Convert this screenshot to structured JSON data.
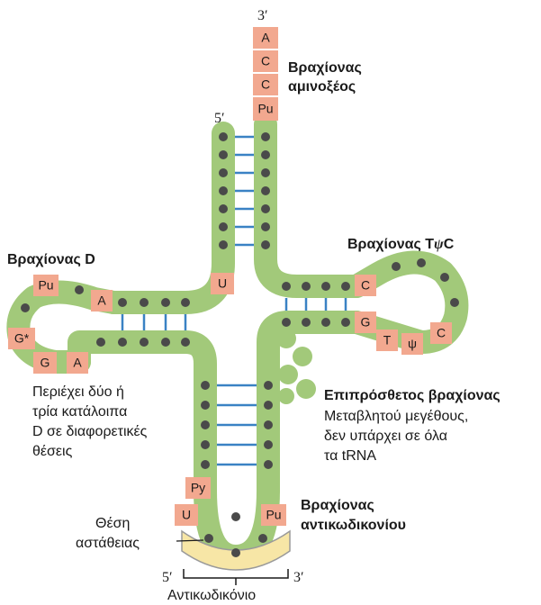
{
  "colors": {
    "strand": "#a2c97a",
    "dot": "#4a4a4a",
    "pair": "#3a82c4",
    "nucleotide_box": "#f2a88f",
    "anticodon_band": "#f7e6a6",
    "text": "#1a1a1a"
  },
  "ends": {
    "three_prime_top": "3′",
    "five_prime_top": "5′",
    "anticodon_five": "5′",
    "anticodon_three": "3′"
  },
  "nucleotides": {
    "acceptor_A": "A",
    "acceptor_C1": "C",
    "acceptor_C2": "C",
    "acceptor_Pu": "Pu",
    "u_junction": "U",
    "d_Pu": "Pu",
    "d_A": "A",
    "d_Gstar": "G*",
    "d_G": "G",
    "d_A2": "A",
    "t_C": "C",
    "t_G": "G",
    "t_T": "T",
    "t_psi": "ψ",
    "t_C2": "C",
    "ac_Py": "Py",
    "ac_U": "U",
    "ac_Pu": "Pu"
  },
  "labels": {
    "acceptor_arm_1": "Βραχίονας",
    "acceptor_arm_2": "αμινοξέος",
    "d_arm": "Βραχίονας D",
    "tpsic_arm_prefix": "Βραχίονας T",
    "tpsic_arm_psi": "ψ",
    "tpsic_arm_suffix": "C",
    "variable_arm": "Επιπρόσθετος βραχίονας",
    "d_note_1": "Περιέχει δύο ή",
    "d_note_2": "τρία κατάλοιπα",
    "d_note_3": "D σε διαφορετικές",
    "d_note_4": "θέσεις",
    "variable_note_1": "Μεταβλητού μεγέθους,",
    "variable_note_2": "δεν υπάρχει σε όλα",
    "variable_note_3": "τα tRNA",
    "anticodon_arm_1": "Βραχίονας",
    "anticodon_arm_2": "αντικωδικονίου",
    "wobble_1": "Θέση",
    "wobble_2": "αστάθειας",
    "anticodon": "Αντικωδικόνιο"
  }
}
